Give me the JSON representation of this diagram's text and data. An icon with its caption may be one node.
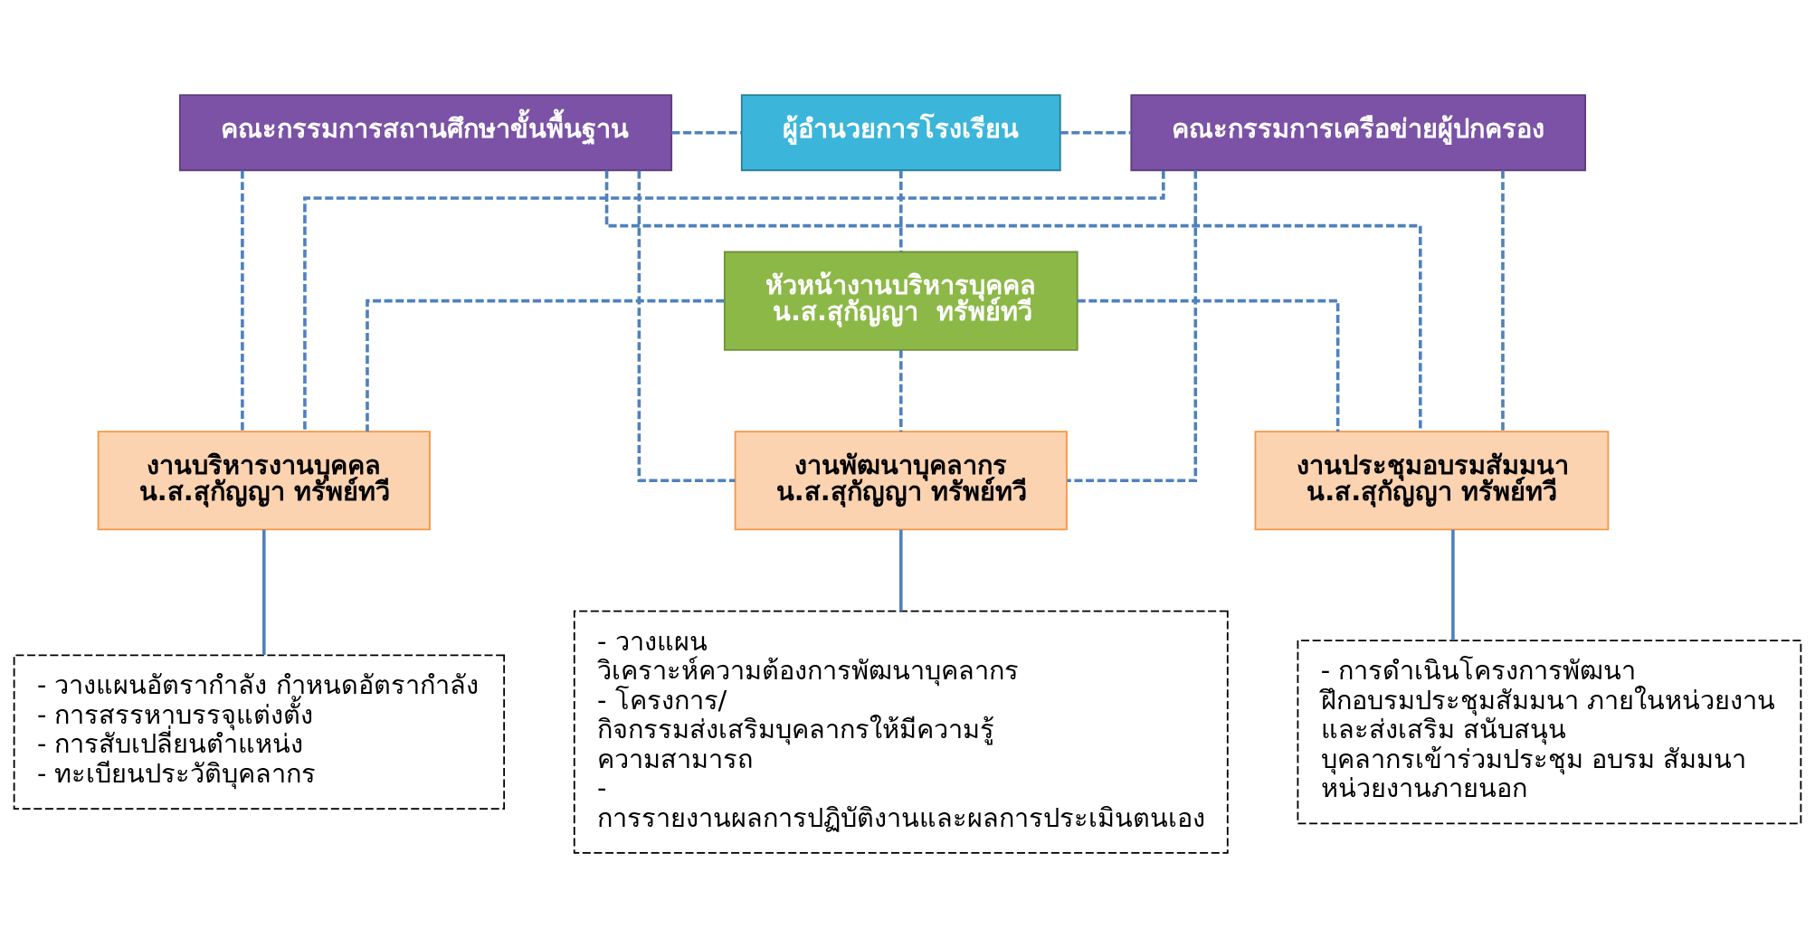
{
  "diagram": {
    "nodes": [
      {
        "text": [
          "คณะกรรมการสถานศึกษาขั้นพื้นฐาน"
        ]
      },
      {
        "text": [
          "ผู้อำนวยการโรงเรียน"
        ]
      },
      {
        "text": [
          "คณะกรรมการเครือข่ายผู้ปกครอง"
        ]
      },
      {
        "text": [
          "หัวหน้างานบริหารบุคคล",
          "น.ส.สุกัญญา  ทรัพย์ทวี"
        ]
      },
      {
        "text": [
          "งานบริหารงานบุคคล",
          "น.ส.สุกัญญา ทรัพย์ทวี"
        ]
      },
      {
        "text": [
          "งานพัฒนาบุคลากร",
          "น.ส.สุกัญญา ทรัพย์ทวี"
        ]
      },
      {
        "text": [
          "งานประชุมอบรมสัมมนา",
          "น.ส.สุกัญญา ทรัพย์ทวี"
        ]
      },
      {
        "text": [
          "- วางแผนอัตรากำลัง กำหนดอัตรากำลัง",
          "- การสรรหาบรรจุแต่งตั้ง",
          "- การสับเปลี่ยนตำแหน่ง",
          "- ทะเบียนประวัติบุคลากร"
        ]
      },
      {
        "text": [
          "- วางแผน วิเคราะห์ความต้องการพัฒนาบุคลากร",
          "- โครงการ/ กิจกรรมส่งเสริมบุคลากรให้มีความรู้ ความสามารถ",
          "- การรายงานผลการปฏิบัติงานและผลการประเมินตนเอง"
        ]
      },
      {
        "text": [
          "- การดำเนินโครงการพัฒนา ฝึกอบรมประชุมสัมมนา ภายในหน่วยงาน และส่งเสริม สนับสนุน บุคลากรเข้าร่วมประชุม อบรม สัมมนา หน่วยงานภายนอก"
        ]
      }
    ],
    "edges": [
      {
        "from": 0,
        "to": 1,
        "arrow": "none",
        "style": "dashed"
      },
      {
        "from": 1,
        "to": 2,
        "arrow": "none",
        "style": "dashed"
      },
      {
        "from": 1,
        "to": 3,
        "arrow": "none",
        "style": "dashed"
      },
      {
        "from": 3,
        "to": 4,
        "arrow": "none",
        "style": "dashed"
      },
      {
        "from": 3,
        "to": 5,
        "arrow": "none",
        "style": "dashed"
      },
      {
        "from": 3,
        "to": 6,
        "arrow": "none",
        "style": "dashed"
      },
      {
        "from": 0,
        "to": 4,
        "arrow": "none",
        "style": "dashed"
      },
      {
        "from": 0,
        "to": 5,
        "arrow": "none",
        "style": "dashed"
      },
      {
        "from": 0,
        "to": 6,
        "arrow": "none",
        "style": "dashed"
      },
      {
        "from": 2,
        "to": 4,
        "arrow": "none",
        "style": "dashed"
      },
      {
        "from": 2,
        "to": 5,
        "arrow": "none",
        "style": "dashed"
      },
      {
        "from": 2,
        "to": 6,
        "arrow": "none",
        "style": "dashed"
      },
      {
        "from": 4,
        "to": 7,
        "arrow": "none"
      },
      {
        "from": 5,
        "to": 8,
        "arrow": "none"
      },
      {
        "from": 6,
        "to": 9,
        "arrow": "none"
      }
    ]
  }
}
